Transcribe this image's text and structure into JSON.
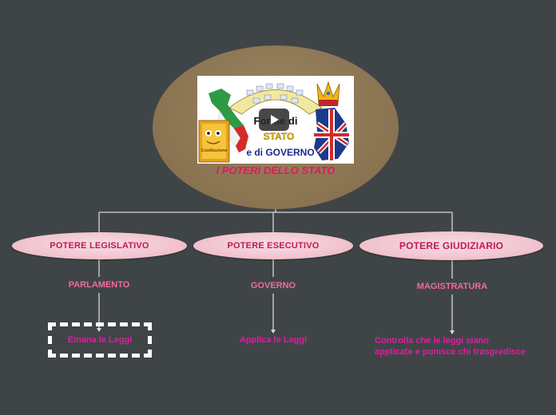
{
  "central": {
    "title": "I POTERI DELLO STATO",
    "thumbnail": {
      "line1": "Forme di",
      "line2": "STATO",
      "line3": "e di GOVERNO",
      "badge": "Costituzione"
    }
  },
  "branches": [
    {
      "title": "POTERE LEGISLATIVO",
      "subtitle": "PARLAMENTO",
      "leaf": "Emana le Leggi"
    },
    {
      "title": "POTERE ESECUTIVO",
      "subtitle": "GOVERNO",
      "leaf": "Applica le Leggi"
    },
    {
      "title": "POTERE GIUDIZIARIO",
      "subtitle": "MAGISTRATURA",
      "leaf": "Controlla che le leggi siano applicate e punisce chi trasgredisce"
    }
  ],
  "colors": {
    "background": "#3f4547",
    "central_fill": "#8a7350",
    "node_fill": "#f1c5cf",
    "title_pink": "#e6175f",
    "subtitle_pink": "#f06a9f",
    "leaf_magenta": "#e21aa2"
  },
  "icons": [
    "play-icon",
    "crown-icon",
    "italy-map-icon",
    "uk-flag-icon"
  ]
}
